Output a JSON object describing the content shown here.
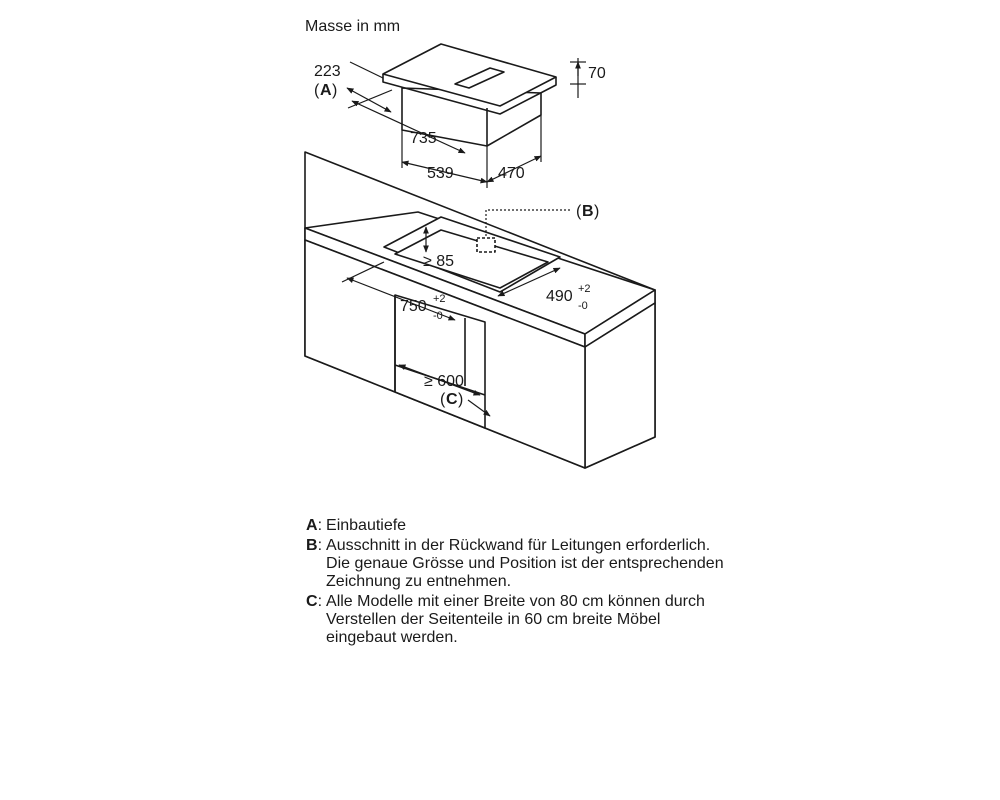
{
  "title": "Masse in mm",
  "dimensions": {
    "d223": "223",
    "label_a": "A",
    "d70": "70",
    "d735": "735",
    "d539": "539",
    "d470": "470",
    "label_b": "B",
    "d85": "≥ 85",
    "d750": "750",
    "d750_tol_upper": "+2",
    "d750_tol_lower": "-0",
    "d490": "490",
    "d490_tol_upper": "+2",
    "d490_tol_lower": "-0",
    "d600": "≥ 600",
    "label_c": "C"
  },
  "legend": [
    {
      "key": "A",
      "text": "Einbautiefe"
    },
    {
      "key": "B",
      "text": "Ausschnitt in der Rückwand für Leitungen erforderlich. Die genaue Grösse und Position ist der entsprechenden Zeichnung zu entnehmen."
    },
    {
      "key": "C",
      "text": "Alle Modelle mit einer Breite von 80 cm können durch Verstellen der Seitenteile in 60 cm breite Möbel eingebaut werden."
    }
  ],
  "colors": {
    "line": "#1a1a1a",
    "background": "#ffffff",
    "surface": "#ffffff"
  }
}
